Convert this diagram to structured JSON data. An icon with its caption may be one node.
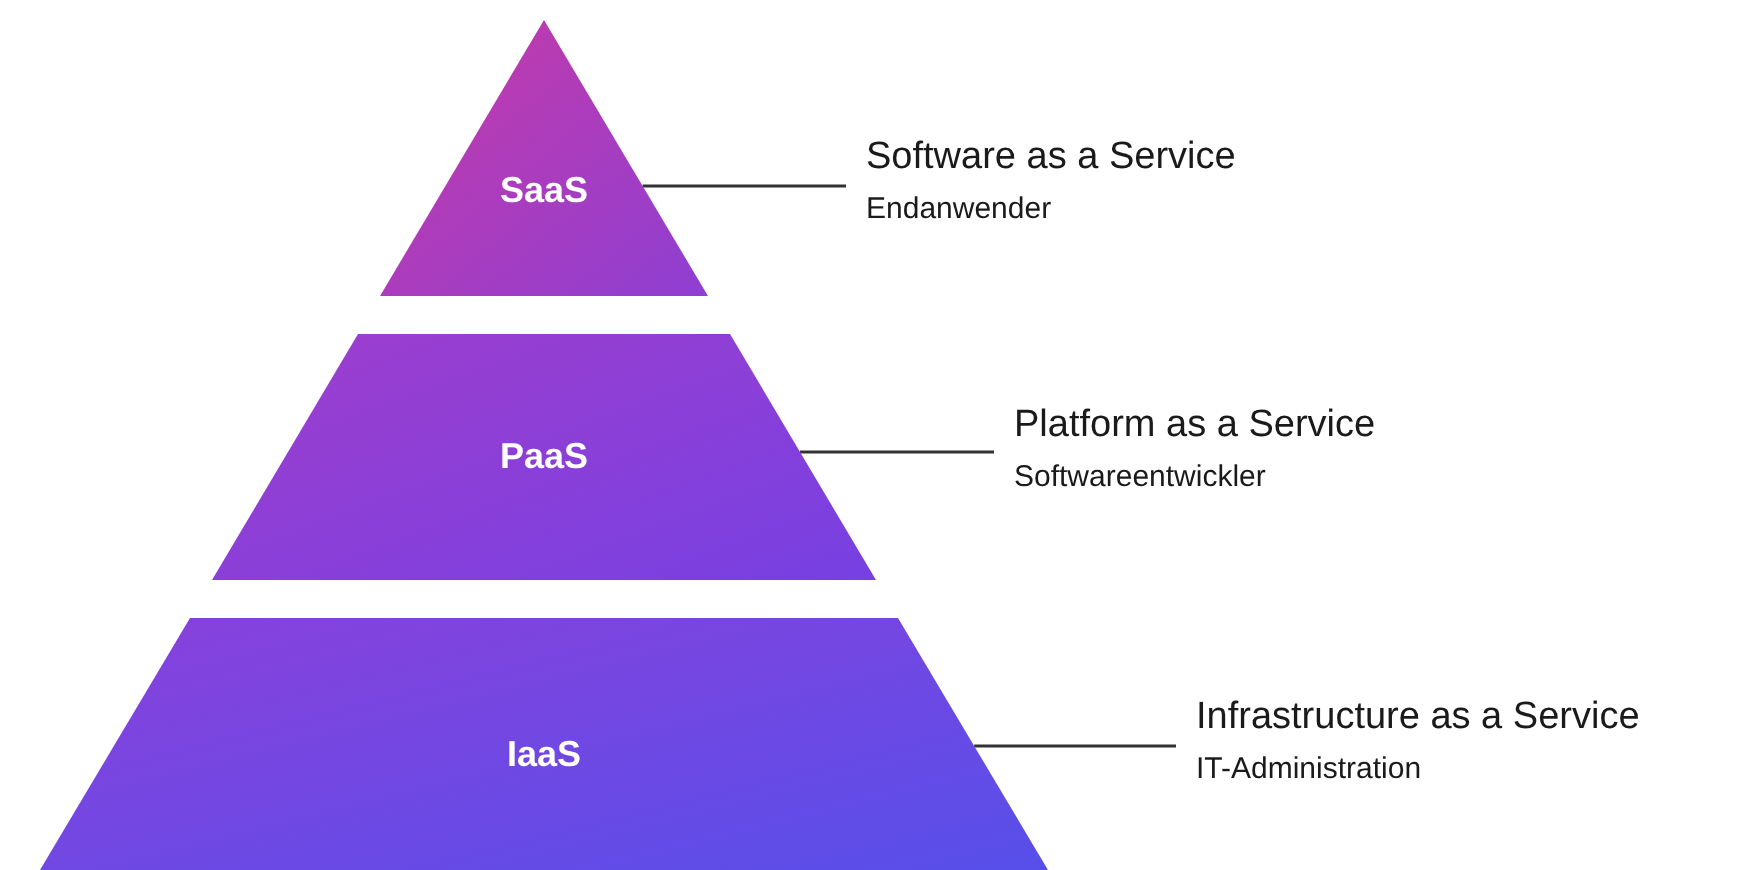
{
  "diagram": {
    "nodes": [
      {
        "text": [
          "SaaS"
        ]
      },
      {
        "text": [
          "PaaS"
        ]
      },
      {
        "text": [
          "IaaS"
        ]
      },
      {
        "text": [
          "Software as a Service",
          "Endanwender"
        ]
      },
      {
        "text": [
          "Platform as a Service",
          "Softwareentwickler"
        ]
      },
      {
        "text": [
          "Infrastructure as a Service",
          "IT-Administration"
        ]
      }
    ],
    "edges": [
      {
        "from": 0,
        "to": 3,
        "arrow": "none"
      },
      {
        "from": 1,
        "to": 4,
        "arrow": "none"
      },
      {
        "from": 2,
        "to": 5,
        "arrow": "none"
      }
    ]
  }
}
